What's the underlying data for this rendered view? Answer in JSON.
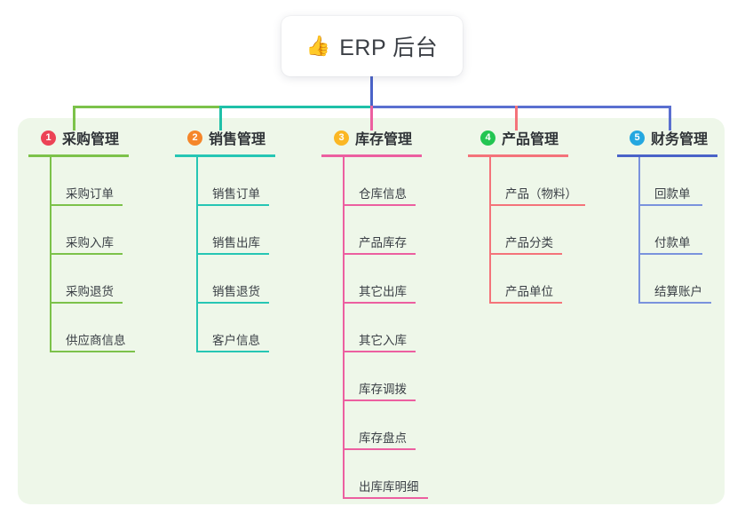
{
  "root": {
    "emoji": "👍",
    "emoji_name": "thumbs-up-icon",
    "title": "ERP 后台"
  },
  "theme": {
    "panel_bg": "#eef7e9",
    "card_bg": "#ffffff",
    "text": "#3a3f45"
  },
  "connectors": {
    "trunk_color": "#4a63c8",
    "segments": [
      {
        "name": "bar-left-green",
        "color": "#7cc24a"
      },
      {
        "name": "bar-mid-teal",
        "color": "#1fc0a8"
      },
      {
        "name": "bar-right-blue",
        "color": "#5a6fd0"
      }
    ],
    "drops": [
      {
        "name": "drop-purchase",
        "color": "#7cc24a"
      },
      {
        "name": "drop-sales",
        "color": "#1fc0a8"
      },
      {
        "name": "drop-inventory",
        "color": "#ec5fa0"
      },
      {
        "name": "drop-product",
        "color": "#f4737a"
      },
      {
        "name": "drop-finance",
        "color": "#5a6fd0"
      }
    ]
  },
  "columns": [
    {
      "id": "purchase",
      "badge": "1",
      "badge_color": "#ec4356",
      "title": "采购管理",
      "accent": "#7cc24a",
      "items": [
        {
          "label": "采购订单",
          "rule_width": 82
        },
        {
          "label": "采购入库",
          "rule_width": 82
        },
        {
          "label": "采购退货",
          "rule_width": 82
        },
        {
          "label": "供应商信息",
          "rule_width": 96
        }
      ]
    },
    {
      "id": "sales",
      "badge": "2",
      "badge_color": "#f5862a",
      "title": "销售管理",
      "accent": "#26c6b4",
      "items": [
        {
          "label": "销售订单",
          "rule_width": 82
        },
        {
          "label": "销售出库",
          "rule_width": 82
        },
        {
          "label": "销售退货",
          "rule_width": 82
        },
        {
          "label": "客户信息",
          "rule_width": 82
        }
      ]
    },
    {
      "id": "inventory",
      "badge": "3",
      "badge_color": "#fbb724",
      "title": "库存管理",
      "accent": "#ec5fa0",
      "items": [
        {
          "label": "仓库信息",
          "rule_width": 82
        },
        {
          "label": "产品库存",
          "rule_width": 82
        },
        {
          "label": "其它出库",
          "rule_width": 82
        },
        {
          "label": "其它入库",
          "rule_width": 82
        },
        {
          "label": "库存调拨",
          "rule_width": 82
        },
        {
          "label": "库存盘点",
          "rule_width": 82
        },
        {
          "label": "出库库明细",
          "rule_width": 96
        }
      ]
    },
    {
      "id": "product",
      "badge": "4",
      "badge_color": "#23c552",
      "title": "产品管理",
      "accent": "#f4737a",
      "items": [
        {
          "label": "产品（物料）",
          "rule_width": 108
        },
        {
          "label": "产品分类",
          "rule_width": 82
        },
        {
          "label": "产品单位",
          "rule_width": 82
        }
      ]
    },
    {
      "id": "finance",
      "badge": "5",
      "badge_color": "#24a7e0",
      "title": "财务管理",
      "accent": "#7a93dd",
      "rule_color": "#4a63c8",
      "items": [
        {
          "label": "回款单",
          "rule_width": 72
        },
        {
          "label": "付款单",
          "rule_width": 72
        },
        {
          "label": "结算账户",
          "rule_width": 82
        }
      ]
    }
  ]
}
